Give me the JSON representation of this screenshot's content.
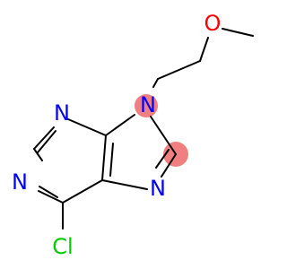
{
  "diagram": {
    "atoms": {
      "n1": "N",
      "n3": "N",
      "n7": "N",
      "n9": "N",
      "o": "O",
      "cl": "Cl"
    },
    "colors": {
      "bond": "#000000",
      "nitrogen": "#0000ff",
      "oxygen": "#ff0000",
      "chlorine": "#00cc00",
      "highlight": "#f08080"
    }
  }
}
